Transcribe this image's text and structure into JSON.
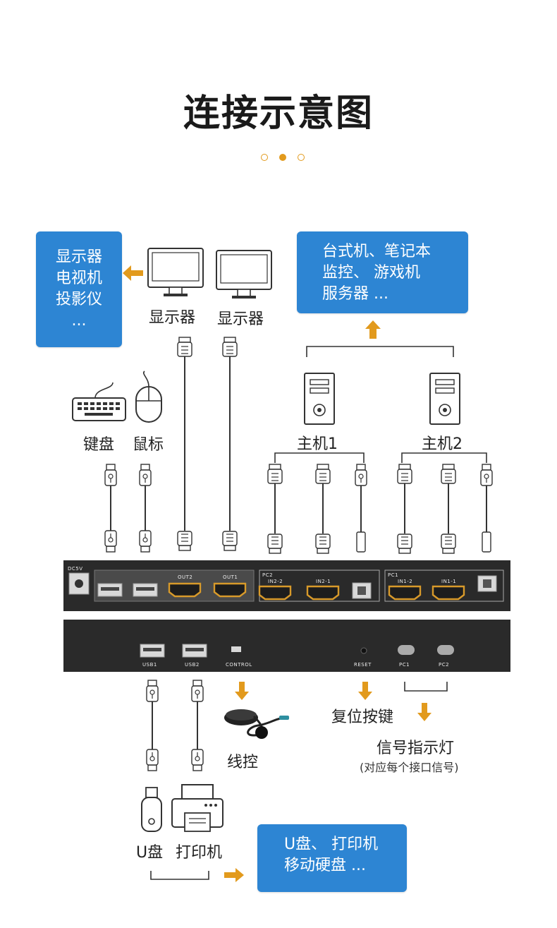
{
  "title": "连接示意图",
  "accent_color": "#e29a1d",
  "box_color": "#2d85d3",
  "boxes": {
    "displays": [
      "显示器",
      "电视机",
      "投影仪",
      "..."
    ],
    "hosts": [
      "台式机、笔记本",
      "监控、    游戏机",
      "服务器      ..."
    ],
    "storage": [
      "U盘、 打印机",
      "移动硬盘    ..."
    ]
  },
  "labels": {
    "monitor1": "显示器",
    "monitor2": "显示器",
    "keyboard": "键盘",
    "mouse": "鼠标",
    "host1": "主机1",
    "host2": "主机2",
    "wired_control": "线控",
    "reset_button": "复位按键",
    "indicator": "信号指示灯",
    "indicator_note": "(对应每个接口信号)",
    "udisk": "U盘",
    "printer": "打印机"
  },
  "panel_front": {
    "dc": "DC5V",
    "out2": "OUT2",
    "out1": "OUT1",
    "pc2": "PC2",
    "in22": "IN2-2",
    "in21": "IN2-1",
    "pc1": "PC1",
    "in12": "IN1-2",
    "in11": "IN1-1"
  },
  "panel_back": {
    "usb1": "USB1",
    "usb2": "USB2",
    "control": "CONTROL",
    "reset": "RESET",
    "pc1": "PC1",
    "pc2": "PC2"
  }
}
